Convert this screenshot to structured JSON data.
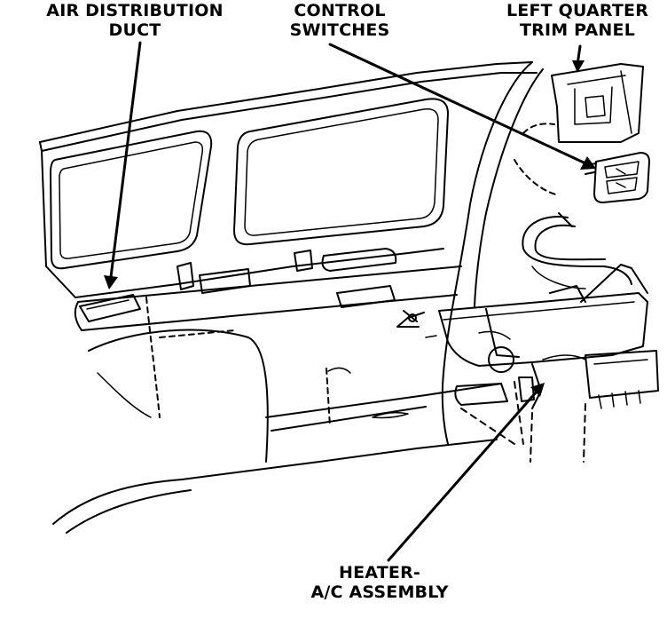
{
  "labels": {
    "air_distribution_duct": {
      "line1": "AIR DISTRIBUTION",
      "line2": "DUCT"
    },
    "control_switches": {
      "line1": "CONTROL",
      "line2": "SWITCHES"
    },
    "left_quarter_trim_panel": {
      "line1": "LEFT QUARTER",
      "line2": "TRIM PANEL"
    },
    "heater_ac_assembly": {
      "line1": "HEATER-",
      "line2": "A/C ASSEMBLY"
    }
  },
  "colors": {
    "ink": "#000000",
    "paper": "#ffffff"
  }
}
